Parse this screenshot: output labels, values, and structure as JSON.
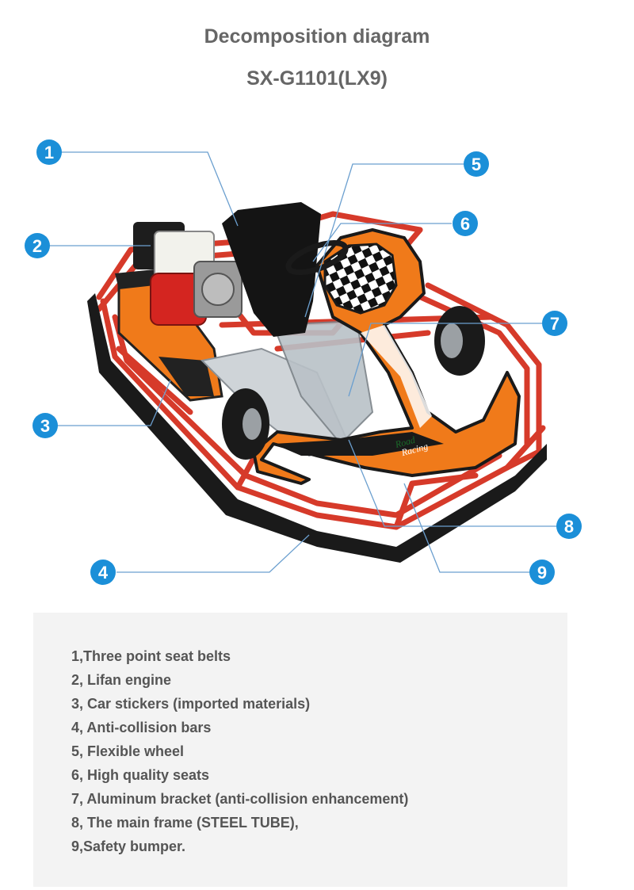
{
  "header": {
    "title": "Decomposition diagram",
    "model": "SX-G1101(LX9)"
  },
  "colors": {
    "callout_blue": "#1b8fd8",
    "frame_red": "#d63a2a",
    "body_orange": "#f07a1a",
    "panel_gray": "#f3f3f3",
    "text_gray": "#555555"
  },
  "diagram": {
    "callouts": [
      {
        "number": "1"
      },
      {
        "number": "2"
      },
      {
        "number": "3"
      },
      {
        "number": "4"
      },
      {
        "number": "5"
      },
      {
        "number": "6"
      },
      {
        "number": "7"
      },
      {
        "number": "8"
      },
      {
        "number": "9"
      }
    ],
    "stickers": {
      "brand": "Road",
      "sub": "Racing"
    }
  },
  "legend": {
    "items": [
      "1,Three point seat belts",
      "2, Lifan engine",
      "3, Car stickers (imported materials)",
      "4, Anti-collision bars",
      "5, Flexible wheel",
      "6, High quality seats",
      "7, Aluminum bracket (anti-collision enhancement)",
      "8, The main frame (STEEL TUBE),",
      "9,Safety bumper."
    ]
  }
}
